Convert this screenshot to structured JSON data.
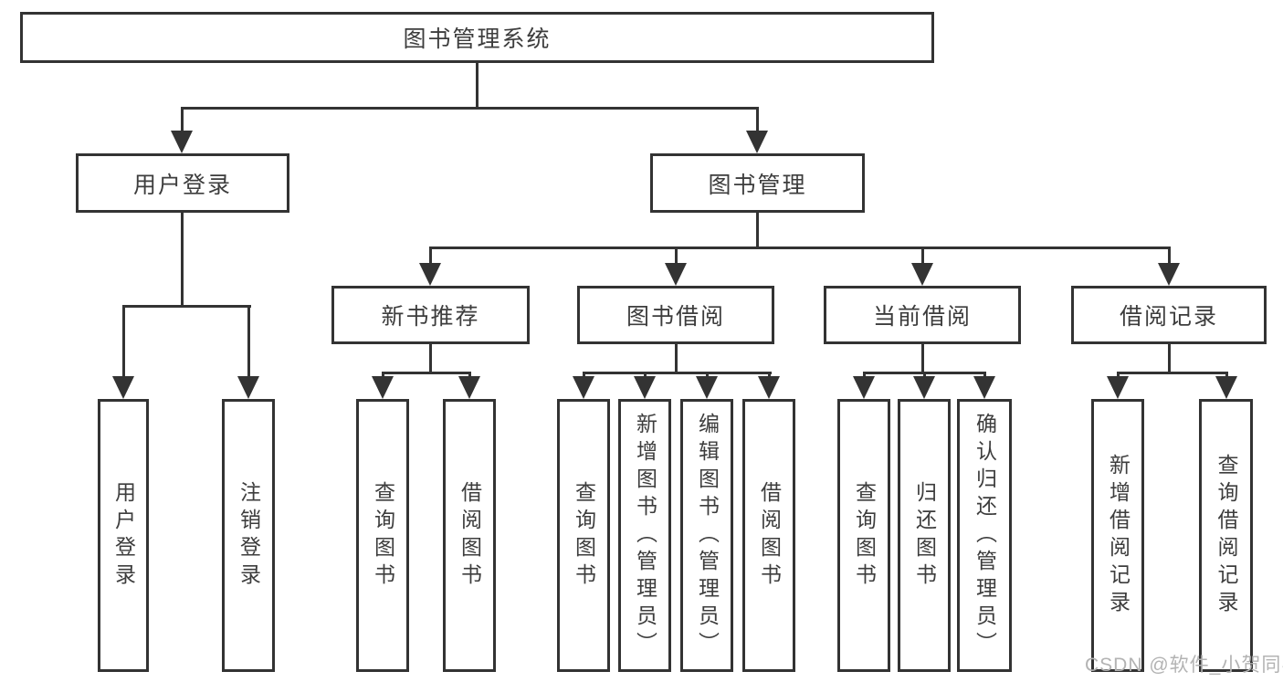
{
  "diagram": {
    "title": "图书管理系统",
    "root": "图书管理系统",
    "level2": [
      "用户登录",
      "图书管理"
    ],
    "level3": [
      "新书推荐",
      "图书借阅",
      "当前借阅",
      "借阅记录"
    ],
    "leaves": {
      "user": [
        "用户登录",
        "注销登录"
      ],
      "recommend": [
        "查询图书",
        "借阅图书"
      ],
      "borrow": [
        "查询图书",
        "新增图书（管理员）",
        "编辑图书（管理员）",
        "借阅图书"
      ],
      "current": [
        "查询图书",
        "归还图书",
        "确认归还（管理员）"
      ],
      "records": [
        "新增借阅记录",
        "查询借阅记录"
      ]
    }
  },
  "watermark": "CSDN @软件_小贺同学",
  "colors": {
    "line": "#333333",
    "text": "#3d3d3d",
    "box_background": "#ffffff",
    "page_background": "#ffffff",
    "watermark": "#b3b3b3"
  }
}
